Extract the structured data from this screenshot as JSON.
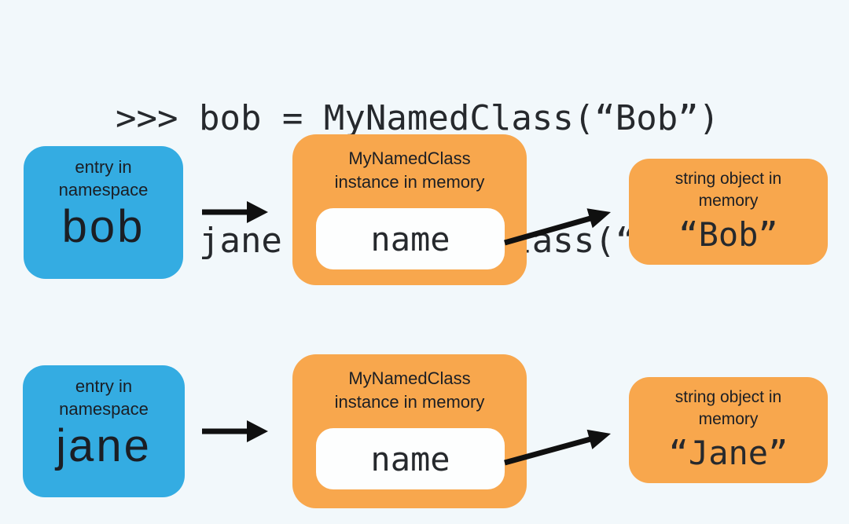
{
  "colors": {
    "background": "#F2F8FB",
    "namespace_box": "#34ACE2",
    "object_box": "#F8A74D",
    "attribute_slot": "#FDFEFE",
    "text": "#1E2126",
    "arrow": "#101010"
  },
  "code": {
    "lines": [
      ">>> bob = MyNamedClass(“Bob”)",
      ">>> jane = MyNamedClass(“Jane”)"
    ]
  },
  "rows": [
    {
      "namespace": {
        "label_lines": [
          "entry in",
          "namespace"
        ],
        "variable": "bob"
      },
      "instance": {
        "title_lines": [
          "MyNamedClass",
          "instance in memory"
        ],
        "attribute": "name"
      },
      "string": {
        "title_lines": [
          "string object in",
          "memory"
        ],
        "value": "“Bob”"
      },
      "icons": {
        "link1": "arrow-right-icon",
        "link2": "arrow-up-right-icon"
      }
    },
    {
      "namespace": {
        "label_lines": [
          "entry in",
          "namespace"
        ],
        "variable": "jane"
      },
      "instance": {
        "title_lines": [
          "MyNamedClass",
          "instance in memory"
        ],
        "attribute": "name"
      },
      "string": {
        "title_lines": [
          "string object in",
          "memory"
        ],
        "value": "“Jane”"
      },
      "icons": {
        "link1": "arrow-right-icon",
        "link2": "arrow-up-right-icon"
      }
    }
  ]
}
